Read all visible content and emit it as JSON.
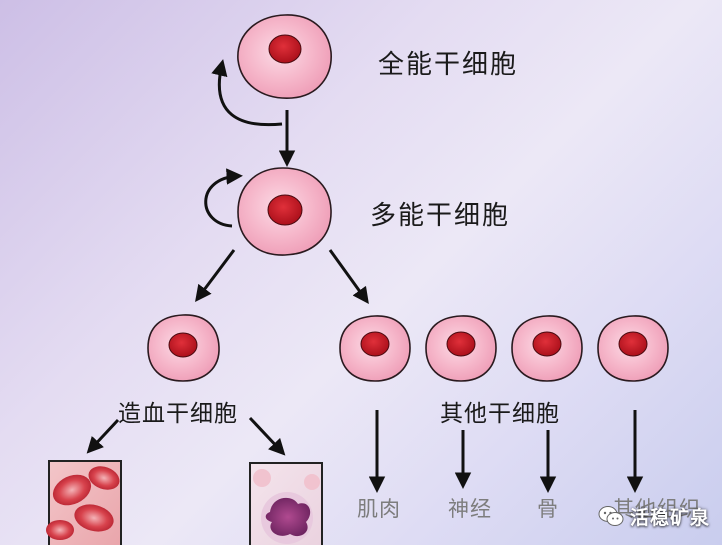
{
  "labels": {
    "totipotent": "全能干细胞",
    "pluripotent": "多能干细胞",
    "hematopoietic": "造血干细胞",
    "other": "其他干细胞",
    "muscle": "肌肉",
    "nerve": "神经",
    "bone": "骨",
    "other_tissue": "其他组织"
  },
  "watermark": {
    "text": "活稳矿泉",
    "icon": "wechat-icon"
  },
  "colors": {
    "cell_fill": "#f4a9c1",
    "cell_outline": "#2a1a1f",
    "nucleus": "#c4121f",
    "arrow": "#111111"
  }
}
